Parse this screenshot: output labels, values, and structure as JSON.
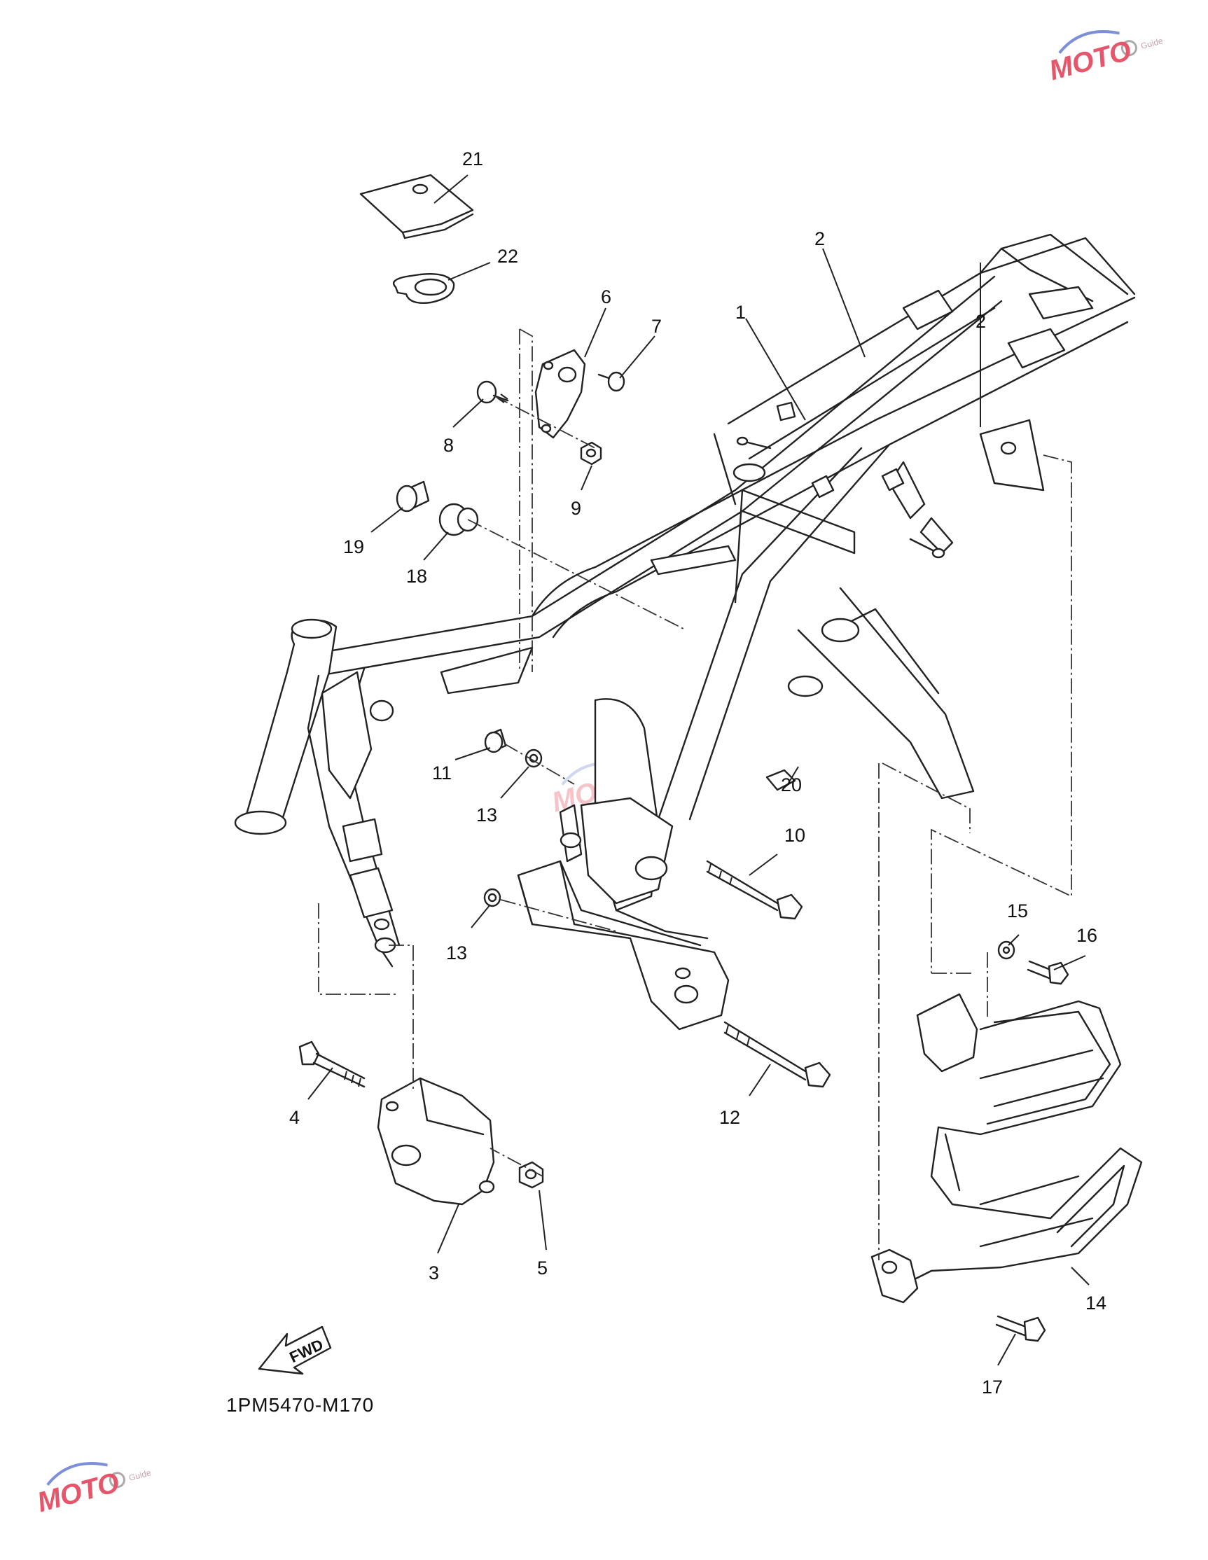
{
  "diagram": {
    "code": "1PM5470-M170",
    "fwd_label": "FWD",
    "callouts": [
      "21",
      "22",
      "2",
      "2",
      "1",
      "6",
      "7",
      "8",
      "9",
      "19",
      "18",
      "11",
      "13",
      "13",
      "20",
      "10",
      "15",
      "16",
      "4",
      "12",
      "5",
      "3",
      "14",
      "17"
    ]
  },
  "watermark": {
    "text": "MOTO",
    "sub": "Guide"
  },
  "colors": {
    "line": "#222222",
    "background": "#ffffff",
    "watermark": "#e6556a"
  }
}
